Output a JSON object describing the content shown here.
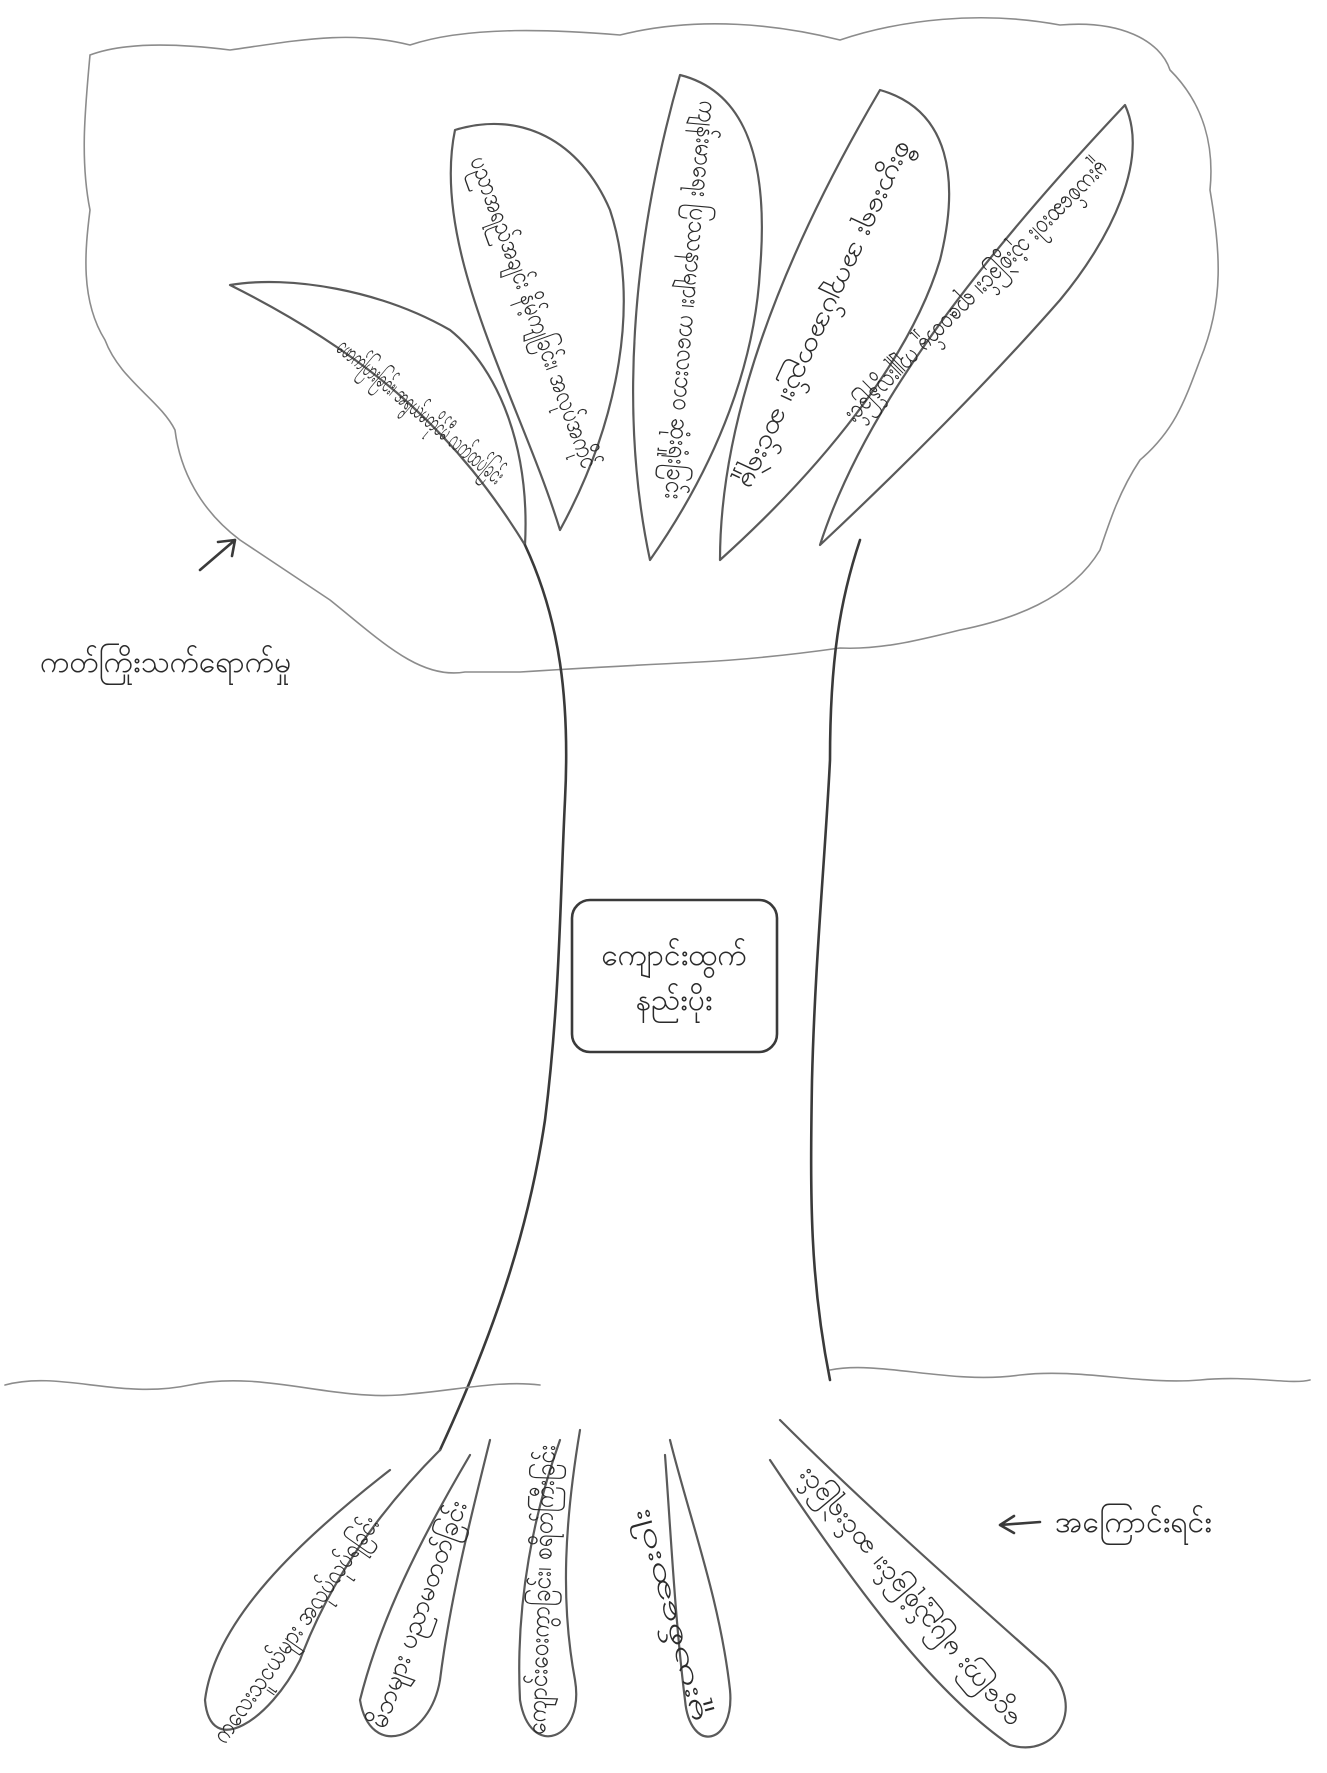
{
  "diagram": {
    "type": "problem-tree",
    "core_problem": {
      "lines": [
        "ကျောင်းထွက်",
        "နည်းပိုး"
      ]
    },
    "effects_label": "ကတ်ကြိုးသက်ရောက်မှု",
    "causes_label": "အကြောင်းရင်း",
    "effects": [
      "ဖောက်ပြားခြင်း၊ အရွယ်မတိုင်မီ လက်ထပ်ခြင်း",
      "ပညာအရည်အချင်း နိမ့်ကျခြင်း၊ အလုပ်အကိုင်",
      "ကျန်းမာရေး ပြဿနာများ၊ ကလေးဘဝ ဆုံးရှုံးခြင်း",
      "စီးပွားရေး အကျပ်အတည်း၊ ဆင်းရဲမှု",
      "မူးယစ်ဆေးဝါး သုံးစွဲခြင်း၊ ရာဇဝတ်မှု ကျူးလွန်ခြင်း"
    ],
    "causes": [
      "ကလေးသူငယ်များ အလုပ်လုပ်ရခြင်း",
      "မိဘများ ပညာမတတ်ခြင်း",
      "ကျောင်းဝေးကွာခြင်း၊ စရိတ်ကြီးခြင်း",
      "မူးယစ်ဆေးဝါး",
      "ငွေကြေး မပြည့်စုံခြင်း၊ ဆင်းရဲခြင်း"
    ]
  }
}
